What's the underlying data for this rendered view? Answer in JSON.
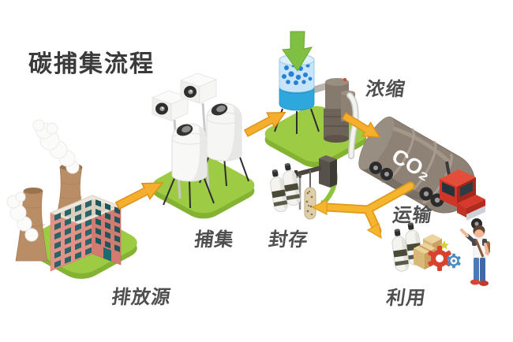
{
  "title": "碳捕集流程",
  "stages": {
    "emission_source": "排放源",
    "capture": "捕集",
    "concentration": "浓缩",
    "transport": "运输",
    "storage": "封存",
    "utilization": "利用"
  },
  "tanker_label": "CO₂",
  "flow_order": [
    "排放源",
    "捕集",
    "浓缩",
    "运输",
    "封存",
    "利用"
  ],
  "colors": {
    "platform_green_top": "#9dcb43",
    "platform_green_side": "#84b232",
    "arrow_yellow": "#f6b52f",
    "arrow_yellow_edge": "#e09a18",
    "process_arrow_green": "#7fc043",
    "absorber_blue": "#2ea7dc",
    "factory_pink": "#e29287",
    "truck_red": "#d63a2c",
    "tanker_grey": "#8e8276",
    "label_color": "#4f4f4f",
    "title_color": "#3a3a3a"
  }
}
